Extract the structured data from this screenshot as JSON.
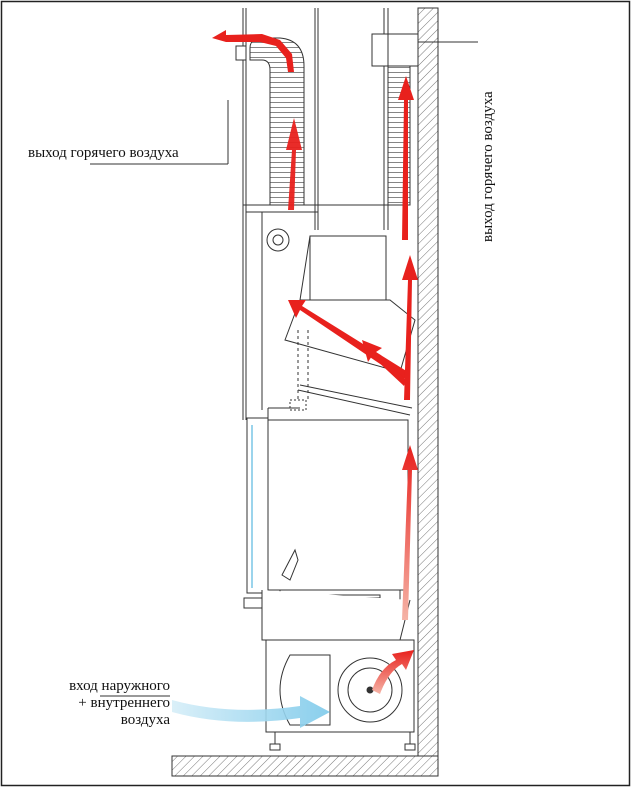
{
  "labels": {
    "hot_air_out_left": "выход горячего воздуха",
    "hot_air_out_right": "выход горячего воздуха",
    "air_in_line1": "вход наружного",
    "air_in_line2": "+ внутреннего",
    "air_in_line3": "воздуха"
  },
  "colors": {
    "hot_arrow": "#e8211d",
    "cold_arrow": "#8fd3ef",
    "line": "#333333",
    "hatch": "#777777"
  }
}
